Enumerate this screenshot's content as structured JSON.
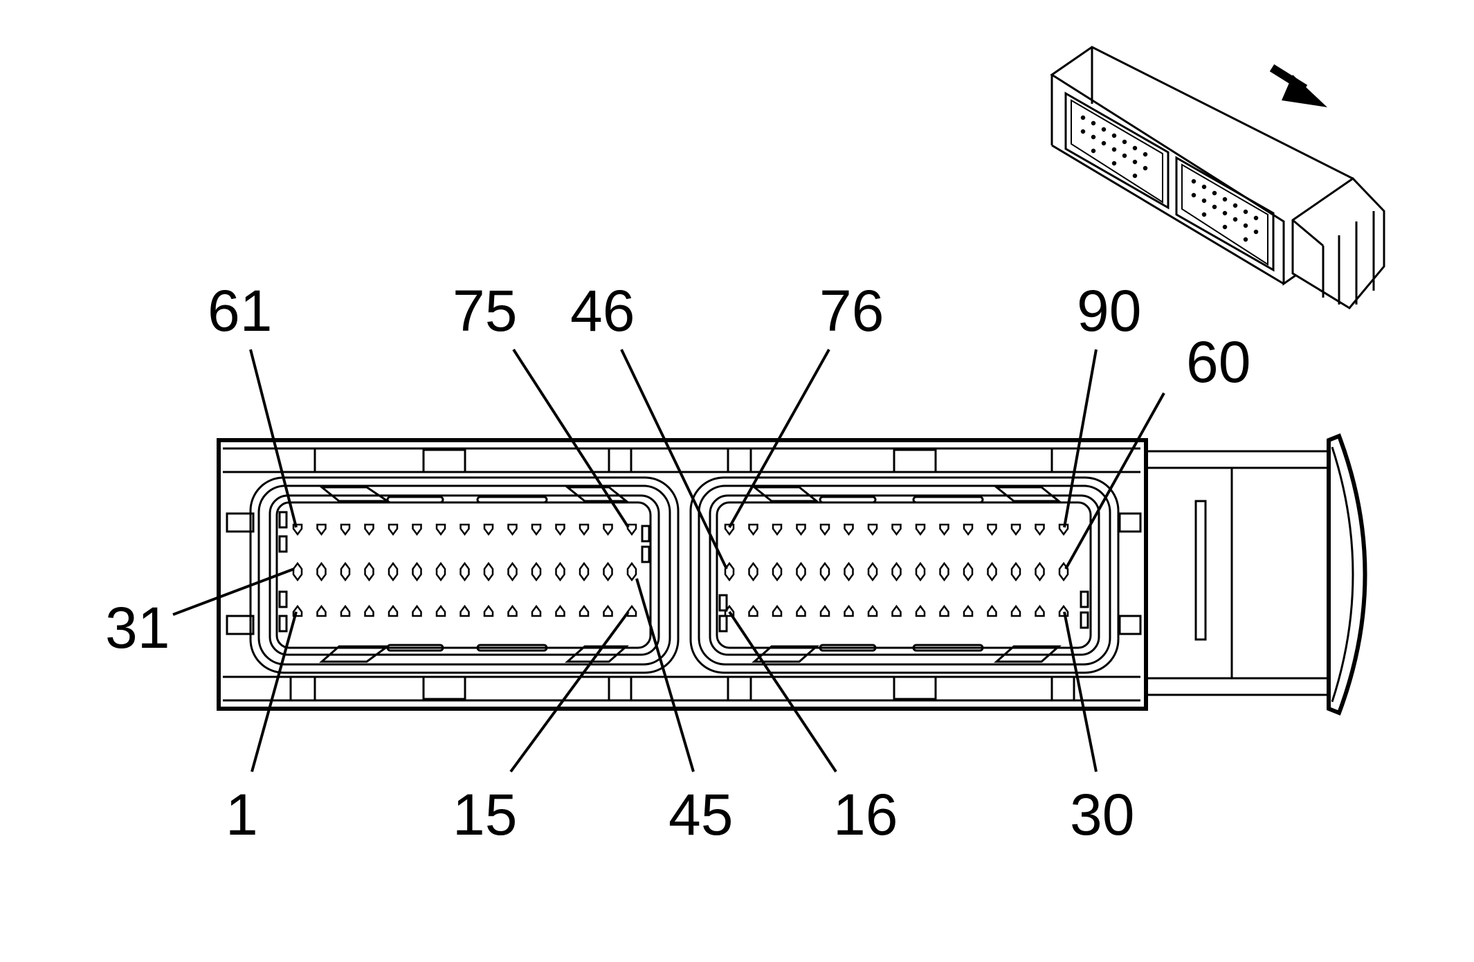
{
  "diagram": {
    "pin_labels": {
      "p61": "61",
      "p75": "75",
      "p46": "46",
      "p76": "76",
      "p90": "90",
      "p60": "60",
      "p31": "31",
      "p1": "1",
      "p15": "15",
      "p45": "45",
      "p16": "16",
      "p30": "30"
    },
    "colors": {
      "line": "#000000",
      "background": "#ffffff"
    },
    "icons": {
      "view_arrow": "arrow-down-right-icon",
      "connector_thumbnail": "connector-isometric-icon"
    }
  }
}
